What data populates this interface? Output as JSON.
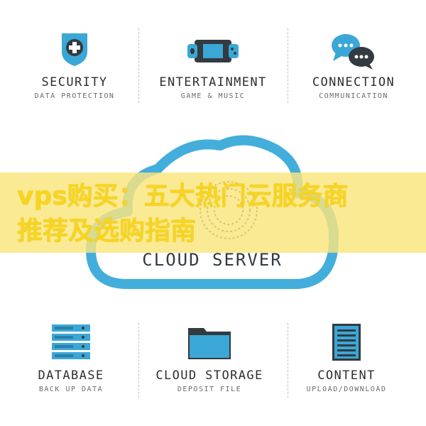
{
  "tiles": {
    "security": {
      "title": "SECURITY",
      "subtitle": "DATA PROTECTION",
      "icon": "shield-plus-icon"
    },
    "entertainment": {
      "title": "ENTERTAINMENT",
      "subtitle": "GAME & MUSIC",
      "icon": "gamepad-icon"
    },
    "connection": {
      "title": "CONNECTION",
      "subtitle": "COMMUNICATION",
      "icon": "chat-bubbles-icon"
    },
    "database": {
      "title": "DATABASE",
      "subtitle": "BACK UP DATA",
      "icon": "server-rack-icon"
    },
    "storage": {
      "title": "CLOUD STORAGE",
      "subtitle": "DEPOSIT FILE",
      "icon": "folder-icon"
    },
    "content": {
      "title": "CONTENT",
      "subtitle": "UPLOAD/DOWNLOAD",
      "icon": "document-list-icon"
    }
  },
  "cloud": {
    "label": "CLOUD SERVER",
    "icon": "cloud-icon"
  },
  "banner": {
    "line1": "vps购买：五大热门云服务商",
    "line2": "推荐及选购指南"
  },
  "colors": {
    "accent_blue": "#3aa7d6",
    "dark": "#333a40",
    "banner_bg": "#fae57d",
    "banner_text": "#f7d421"
  }
}
